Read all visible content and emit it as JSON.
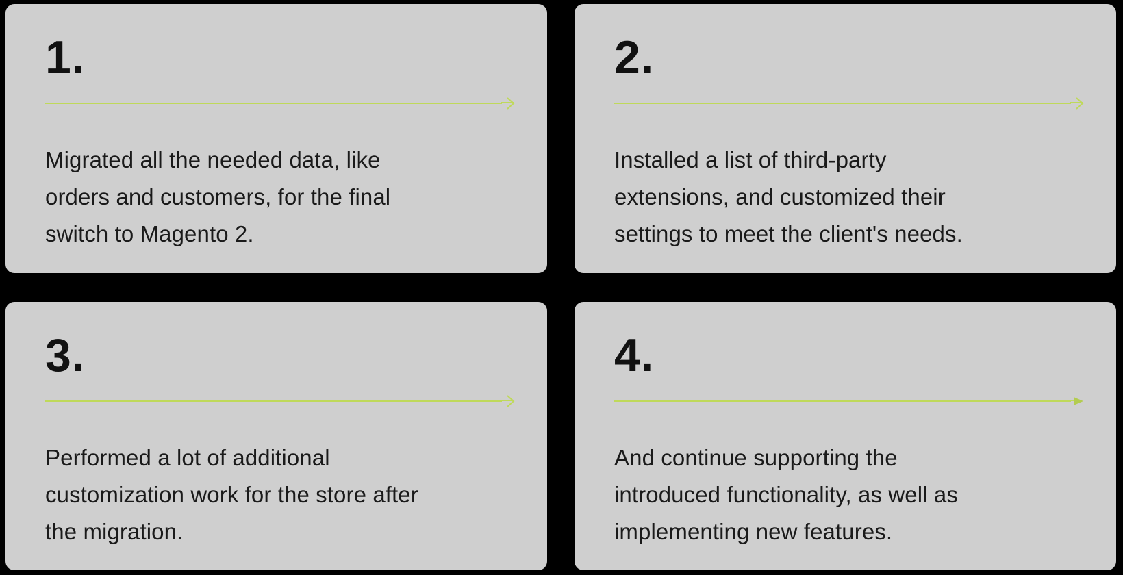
{
  "colors": {
    "page_background": "#000000",
    "card_background": "#d8f65c",
    "text": "#1a1a1a",
    "number_text": "#111111",
    "divider_line": "#bfd95a",
    "arrow_head": "#b3cc50",
    "corner_halo": "#cfcfcf"
  },
  "cards": [
    {
      "number": "1.",
      "arrow_icon": "arrow-right-chevron",
      "lines": [
        "Migrated all the needed data, like",
        "orders and customers, for the final",
        "switch to Magento 2."
      ]
    },
    {
      "number": "2.",
      "arrow_icon": "arrow-right-chevron",
      "lines": [
        "Installed a list of third-party",
        "extensions, and customized their",
        "settings to meet the client's needs."
      ]
    },
    {
      "number": "3.",
      "arrow_icon": "arrow-right-chevron",
      "lines": [
        "Performed a lot of additional",
        "customization work for the store after",
        "the migration."
      ]
    },
    {
      "number": "4.",
      "arrow_icon": "arrow-right-triangle",
      "lines": [
        "And continue supporting the",
        "introduced functionality, as well as",
        "implementing new features."
      ]
    }
  ]
}
